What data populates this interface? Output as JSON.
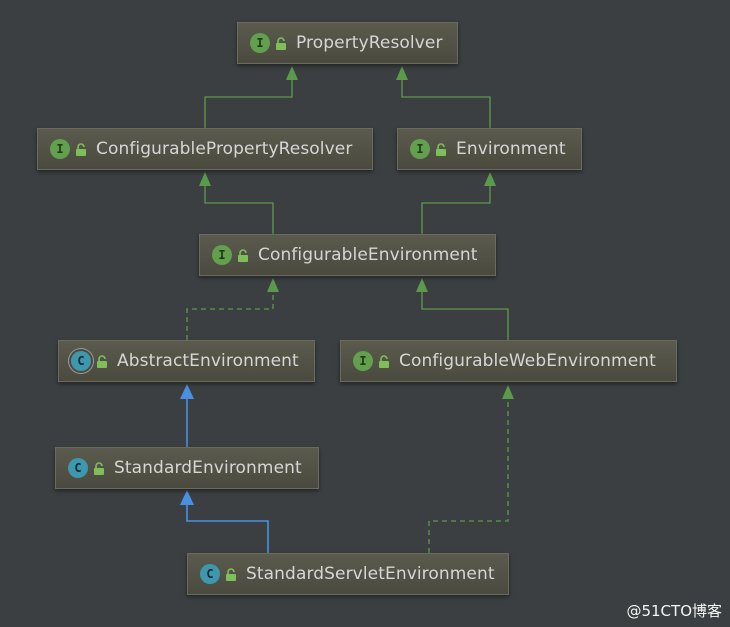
{
  "diagram": {
    "nodes": [
      {
        "id": "property-resolver",
        "kind": "I",
        "kind_type": "interface",
        "label": "PropertyResolver"
      },
      {
        "id": "configurable-property-resolver",
        "kind": "I",
        "kind_type": "interface",
        "label": "ConfigurablePropertyResolver"
      },
      {
        "id": "environment",
        "kind": "I",
        "kind_type": "interface",
        "label": "Environment"
      },
      {
        "id": "configurable-environment",
        "kind": "I",
        "kind_type": "interface",
        "label": "ConfigurableEnvironment"
      },
      {
        "id": "abstract-environment",
        "kind": "C",
        "kind_type": "abstract-class",
        "label": "AbstractEnvironment"
      },
      {
        "id": "configurable-web-environment",
        "kind": "I",
        "kind_type": "interface",
        "label": "ConfigurableWebEnvironment"
      },
      {
        "id": "standard-environment",
        "kind": "C",
        "kind_type": "class",
        "label": "StandardEnvironment"
      },
      {
        "id": "standard-servlet-environment",
        "kind": "C",
        "kind_type": "class",
        "label": "StandardServletEnvironment"
      }
    ],
    "edges": [
      {
        "from": "configurable-property-resolver",
        "to": "property-resolver",
        "type": "extends-interface"
      },
      {
        "from": "environment",
        "to": "property-resolver",
        "type": "extends-interface"
      },
      {
        "from": "configurable-environment",
        "to": "configurable-property-resolver",
        "type": "extends-interface"
      },
      {
        "from": "configurable-environment",
        "to": "environment",
        "type": "extends-interface"
      },
      {
        "from": "abstract-environment",
        "to": "configurable-environment",
        "type": "implements"
      },
      {
        "from": "configurable-web-environment",
        "to": "configurable-environment",
        "type": "extends-interface"
      },
      {
        "from": "standard-environment",
        "to": "abstract-environment",
        "type": "extends-class"
      },
      {
        "from": "standard-servlet-environment",
        "to": "standard-environment",
        "type": "extends-class"
      },
      {
        "from": "standard-servlet-environment",
        "to": "configurable-web-environment",
        "type": "implements"
      }
    ],
    "colors": {
      "background": "#3c3f41",
      "interface_edge": "#5b9a4a",
      "class_edge": "#4a90e2",
      "interface_badge": "#62a04e",
      "class_badge": "#3f97ad",
      "node_fill": "#4f4f43",
      "node_text": "#d6d6d6"
    }
  },
  "watermark": "@51CTO博客"
}
